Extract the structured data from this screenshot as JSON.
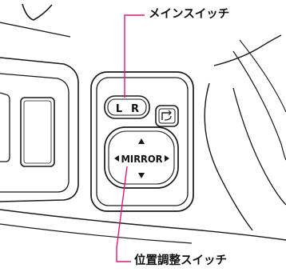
{
  "callouts": {
    "main_switch_label": "メインスイッチ",
    "position_switch_label": "位置調整スイッチ"
  },
  "switch_labels": {
    "left": "L",
    "right": "R",
    "mirror": "MIRROR"
  },
  "icons": {
    "fold_button": "mirror-retract-icon",
    "arrows": [
      "arrow-up-icon",
      "arrow-down-icon",
      "arrow-left-icon",
      "arrow-right-icon"
    ]
  },
  "colors": {
    "leader_line": "#e0187a",
    "outline": "#1a1a1a",
    "background": "#ffffff"
  }
}
